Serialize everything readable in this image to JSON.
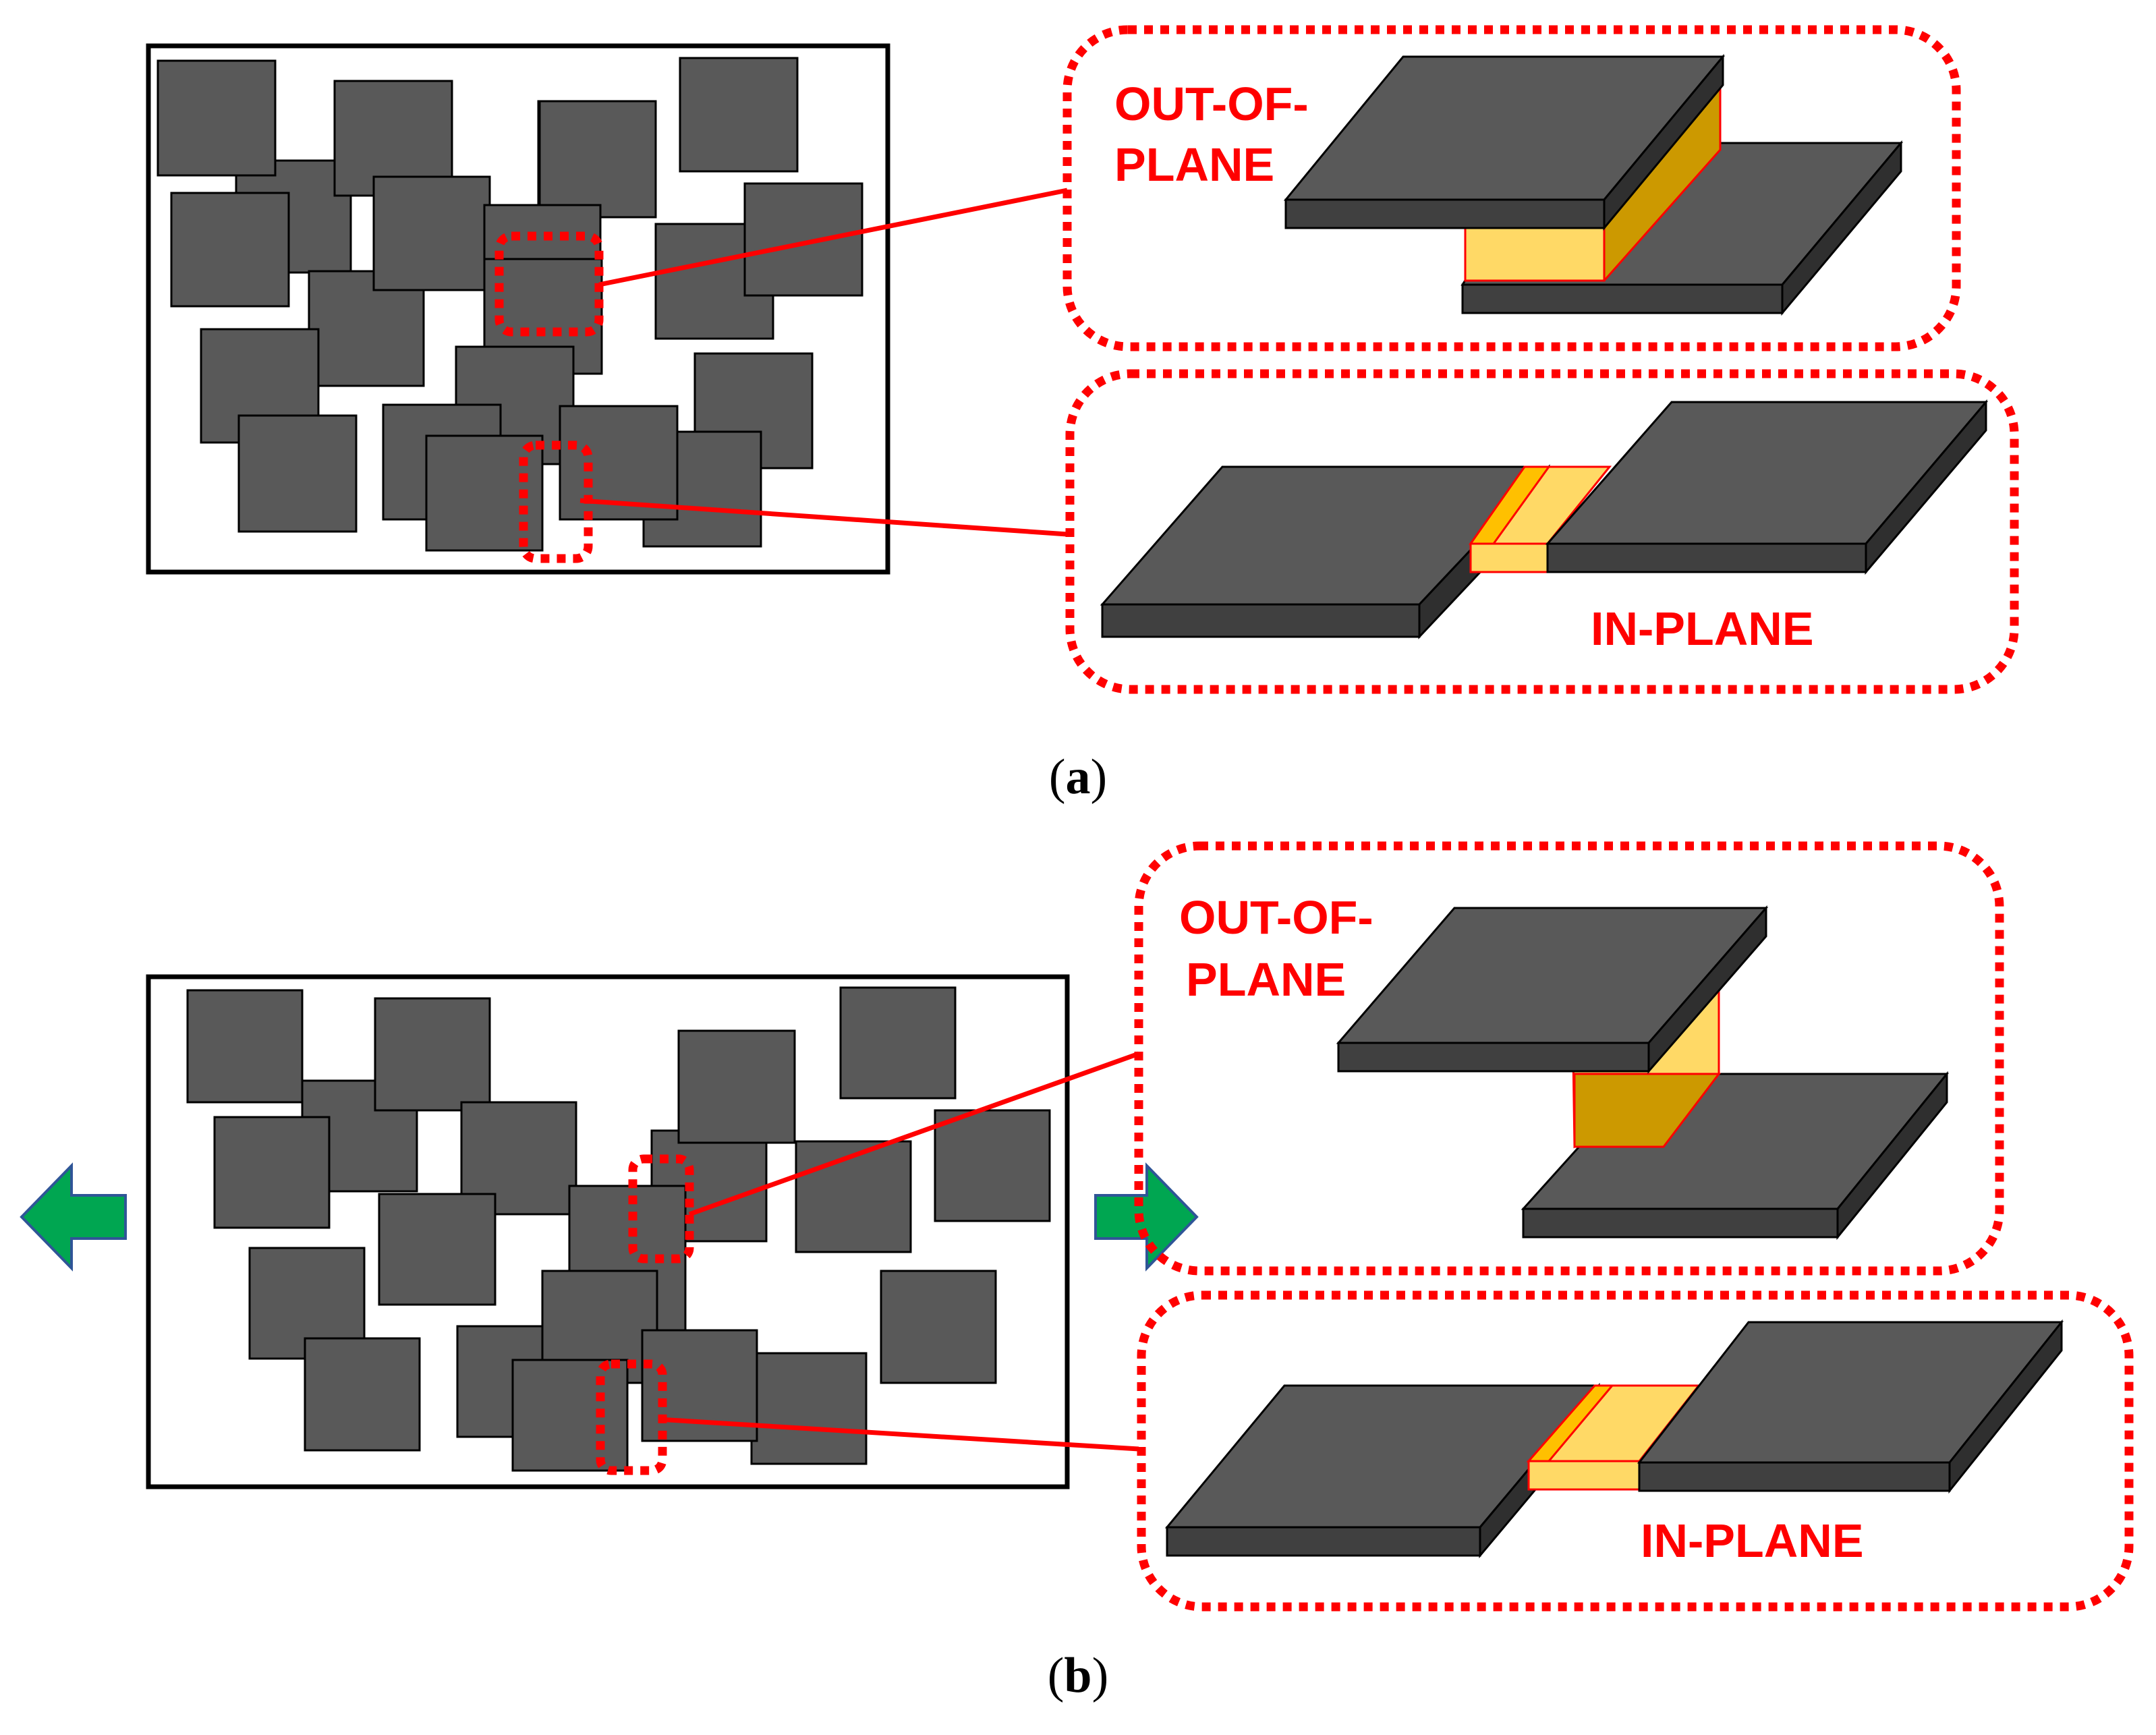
{
  "figure": {
    "panel_a": {
      "caption_open": "(",
      "caption_letter": "a",
      "caption_close": ")",
      "out_of_plane_label_line1": "OUT-OF-",
      "out_of_plane_label_line2": "PLANE",
      "in_plane_label": "IN-PLANE"
    },
    "panel_b": {
      "caption_open": "(",
      "caption_letter": "b",
      "caption_close": ")",
      "out_of_plane_label_line1": "OUT-OF-",
      "out_of_plane_label_line2": "PLANE",
      "in_plane_label": "IN-PLANE"
    },
    "colors": {
      "platelet": "#595959",
      "bond": "#ffc000",
      "callout": "#ff0000",
      "arrow": "#00a651"
    },
    "icons": [
      "arrow-left-icon",
      "arrow-right-icon"
    ]
  }
}
